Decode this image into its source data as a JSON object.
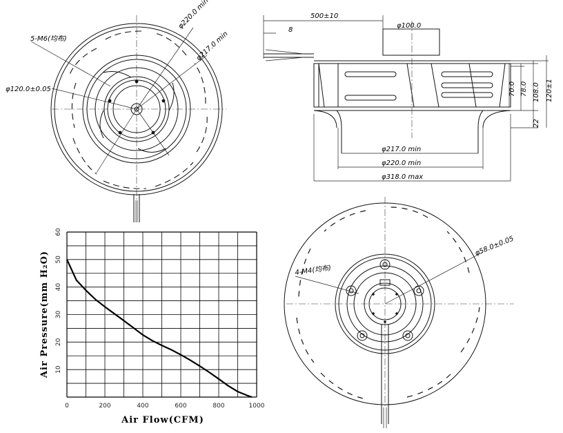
{
  "views": {
    "front": {
      "dims": {
        "m6": "5-M6(均布)",
        "d220": "φ220.0 min",
        "d217": "φ217.0 min",
        "d120": "φ120.0±0.05"
      }
    },
    "side": {
      "dims": {
        "cable_len": "500±10",
        "cable_8": "8",
        "d100": "φ100.0",
        "h70": "70.0",
        "h78": "78.0",
        "h108": "108.0",
        "h120": "120±1",
        "h22": "22",
        "d217": "φ217.0 min",
        "d220": "φ220.0 min",
        "d318": "φ318.0 max"
      }
    },
    "rear": {
      "dims": {
        "d58": "φ58.0±0.05",
        "m4": "4-M4(均布)"
      }
    }
  },
  "chart_data": {
    "type": "line",
    "xlabel": "Air Flow(CFM)",
    "ylabel": "Air Pressure(mm H₂O)",
    "xlim": [
      0,
      1000
    ],
    "ylim": [
      0,
      60
    ],
    "xticks": [
      0,
      200,
      400,
      600,
      800,
      1000
    ],
    "yticks": [
      10,
      20,
      30,
      40,
      50,
      60
    ],
    "grid": true,
    "x": [
      0,
      50,
      100,
      150,
      200,
      250,
      300,
      350,
      400,
      450,
      500,
      550,
      600,
      650,
      700,
      750,
      800,
      850,
      900,
      950,
      975
    ],
    "y": [
      50,
      42.5,
      38.8,
      35.5,
      32.8,
      30.3,
      27.8,
      25.2,
      22.6,
      20.5,
      18.8,
      17.2,
      15.4,
      13.4,
      11.3,
      9.0,
      6.6,
      4.1,
      2.0,
      0.6,
      0
    ]
  }
}
